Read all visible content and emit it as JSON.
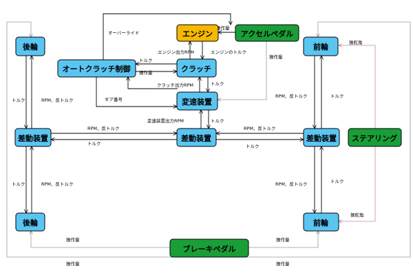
{
  "colors": {
    "blue_node": "#5bc5f2",
    "orange_node": "#f6b800",
    "green_node": "#1a9e38"
  },
  "nodes": {
    "rear_wheel_top": "後輪",
    "rear_wheel_bottom": "後輪",
    "front_wheel_top": "前輪",
    "front_wheel_bottom": "前輪",
    "engine": "エンジン",
    "accelerator_pedal": "アクセルペダル",
    "auto_clutch_control": "オートクラッチ制御",
    "clutch": "クラッチ",
    "transmission": "変速装置",
    "diff_left": "差動装置",
    "diff_center": "差動装置",
    "diff_right": "差動装置",
    "steering": "ステアリング",
    "brake_pedal": "ブレーキペダル"
  },
  "labels": {
    "override": "オーバーライド",
    "operation_amount_accel_engine": "操作量",
    "engine_output_rpm": "エンジン出力RPM",
    "engine_torque": "エンジンのトルク",
    "operation_amount_accel_trans": "操作量",
    "torque_clutch_to_auto": "トルク",
    "operation_amount_auto_clutch": "操作量",
    "clutch_output_rpm": "クラッチ出力RPM",
    "torque_clutch_trans": "トルク",
    "gear_number": "ギア番号",
    "trans_output_rpm": "変速装置出力RPM",
    "torque_trans_diff": "トルク",
    "rpm_reverse_torque_left_center": "RPM、反トルク",
    "torque_center_left": "トルク",
    "rpm_reverse_torque_center_right": "RPM、反トルク",
    "torque_center_right": "トルク",
    "torque_rear_top": "トルク",
    "rpm_reverse_torque_rear_top": "RPM、反トルク",
    "torque_rear_bottom": "トルク",
    "rpm_reverse_torque_rear_bottom": "RPM、反トルク",
    "rpm_reverse_torque_front_top": "RPM、反トルク",
    "torque_front_top": "トルク",
    "rpm_reverse_torque_front_bottom": "RPM、反トルク",
    "torque_front_bottom": "トルク",
    "steering_angle_top": "操舵角",
    "steering_angle_bottom": "操舵角",
    "operation_amount_brake_rear": "操作量",
    "operation_amount_brake_front": "操作量",
    "operation_amount_brake_rear_outer": "操作量",
    "operation_amount_brake_front_outer": "操作量"
  }
}
